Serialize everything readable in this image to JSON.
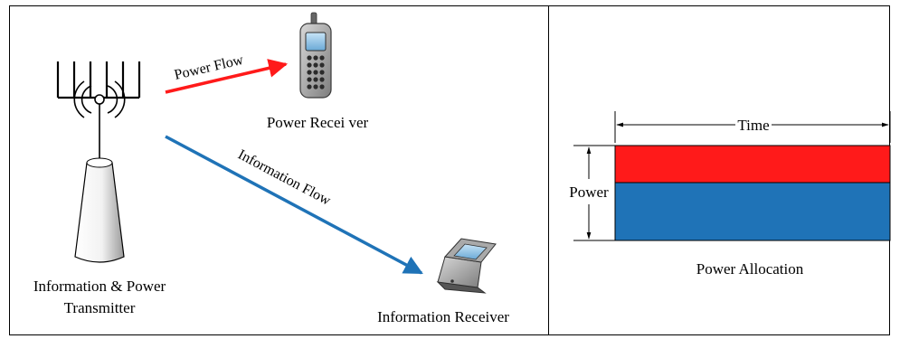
{
  "left_panel": {
    "labels": {
      "power_flow": "Power Flow",
      "information_flow": "Information Flow",
      "power_receiver": "Power Recei ver",
      "information_receiver": "Information Receiver",
      "transmitter_line1": "Information & Power",
      "transmitter_line2": "Transmitter"
    },
    "icons": {
      "transmitter": "antenna-tower-icon",
      "power_receiver": "mobile-phone-icon",
      "information_receiver": "flip-phone-icon"
    },
    "colors": {
      "power_flow_arrow": "#ff1a1a",
      "information_flow_arrow": "#1f73b7"
    }
  },
  "right_panel": {
    "labels": {
      "time": "Time",
      "power": "Power",
      "caption": "Power Allocation"
    },
    "colors": {
      "power_flow_block": "#ff1a1a",
      "information_flow_block": "#1f73b7"
    }
  }
}
